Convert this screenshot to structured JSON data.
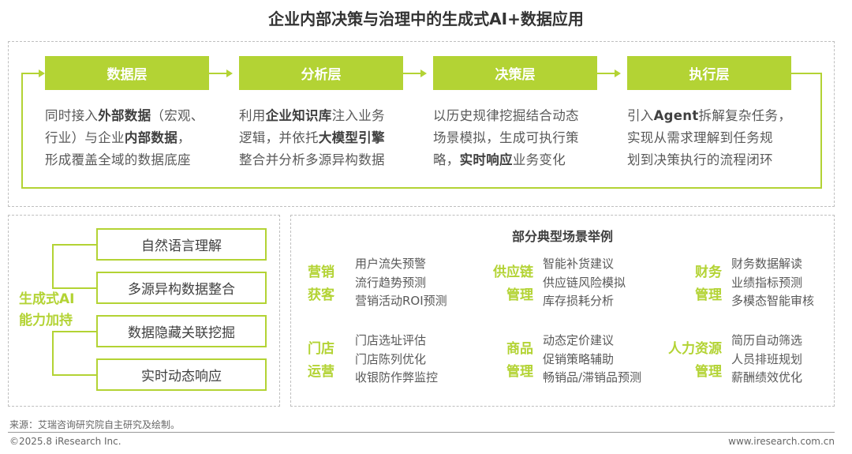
{
  "title": "企业内部决策与治理中的生成式AI+数据应用",
  "colors": {
    "accent": "#b3d334",
    "text": "#595959"
  },
  "layers": [
    {
      "label": "数据层",
      "desc": [
        [
          {
            "t": "同时接入"
          },
          {
            "t": "外部数据",
            "b": true
          },
          {
            "t": "（宏观、"
          }
        ],
        [
          {
            "t": "行业）与企业"
          },
          {
            "t": "内部数据",
            "b": true
          },
          {
            "t": "，"
          }
        ],
        [
          {
            "t": "形成覆盖全域的数据底座"
          }
        ]
      ]
    },
    {
      "label": "分析层",
      "desc": [
        [
          {
            "t": "利用"
          },
          {
            "t": "企业知识库",
            "b": true
          },
          {
            "t": "注入业务"
          }
        ],
        [
          {
            "t": "逻辑，并依托"
          },
          {
            "t": "大模型引擎",
            "b": true
          }
        ],
        [
          {
            "t": "整合并分析多源异构数据"
          }
        ]
      ]
    },
    {
      "label": "决策层",
      "desc": [
        [
          {
            "t": "以历史规律挖掘结合动态"
          }
        ],
        [
          {
            "t": "场景模拟，生成可执行策"
          }
        ],
        [
          {
            "t": "略，"
          },
          {
            "t": "实时响应",
            "b": true
          },
          {
            "t": "业务变化"
          }
        ]
      ]
    },
    {
      "label": "执行层",
      "desc": [
        [
          {
            "t": "引入"
          },
          {
            "t": "Agent",
            "b": true
          },
          {
            "t": "拆解复杂任务，"
          }
        ],
        [
          {
            "t": "实现从需求理解到任务规"
          }
        ],
        [
          {
            "t": "划到决策执行的流程闭环"
          }
        ]
      ]
    }
  ],
  "capability": {
    "label_lines": [
      "生成式AI",
      "能力加持"
    ],
    "items": [
      "自然语言理解",
      "多源异构数据整合",
      "数据隐藏关联挖掘",
      "实时动态响应"
    ]
  },
  "scenarios": {
    "title": "部分典型场景举例",
    "groups": [
      {
        "cat": [
          "营销",
          "获客"
        ],
        "items": [
          "用户流失预警",
          "流行趋势预测",
          "营销活动ROI预测"
        ]
      },
      {
        "cat": [
          "供应链",
          "管理"
        ],
        "items": [
          "智能补货建议",
          "供应链风险模拟",
          "库存损耗分析"
        ]
      },
      {
        "cat": [
          "财务",
          "管理"
        ],
        "items": [
          "财务数据解读",
          "业绩指标预测",
          "多模态智能审核"
        ]
      },
      {
        "cat": [
          "门店",
          "运营"
        ],
        "items": [
          "门店选址评估",
          "门店陈列优化",
          "收银防作弊监控"
        ]
      },
      {
        "cat": [
          "商品",
          "管理"
        ],
        "items": [
          "动态定价建议",
          "促销策略辅助",
          "畅销品/滞销品预测"
        ]
      },
      {
        "cat": [
          "人力资源",
          "管理"
        ],
        "items": [
          "简历自动筛选",
          "人员排班规划",
          "薪酬绩效优化"
        ]
      }
    ]
  },
  "footer": {
    "source": "来源：艾瑞咨询研究院自主研究及绘制。",
    "copyright": "©2025.8 iResearch Inc.",
    "website": "www.iresearch.com.cn"
  }
}
